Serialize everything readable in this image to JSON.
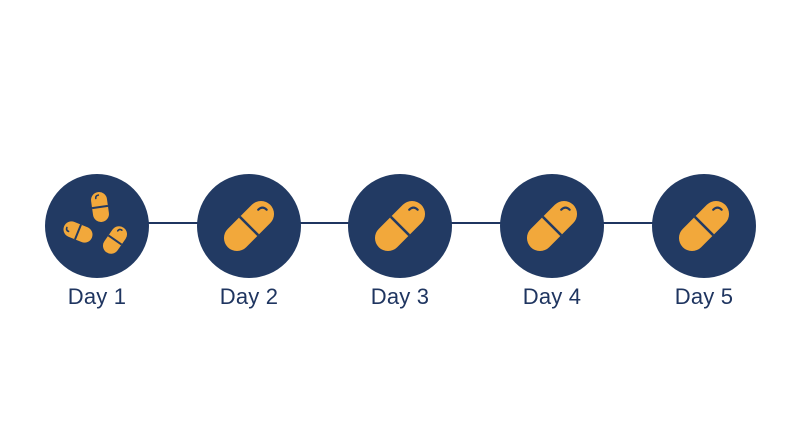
{
  "colors": {
    "circle": "#223a63",
    "pill": "#f2a83b",
    "line": "#1f3560",
    "label": "#1f3560"
  },
  "steps": [
    {
      "label": "Day 1",
      "icon": "three-pills-icon"
    },
    {
      "label": "Day 2",
      "icon": "pill-icon"
    },
    {
      "label": "Day 3",
      "icon": "pill-icon"
    },
    {
      "label": "Day 4",
      "icon": "pill-icon"
    },
    {
      "label": "Day 5",
      "icon": "pill-icon"
    }
  ]
}
